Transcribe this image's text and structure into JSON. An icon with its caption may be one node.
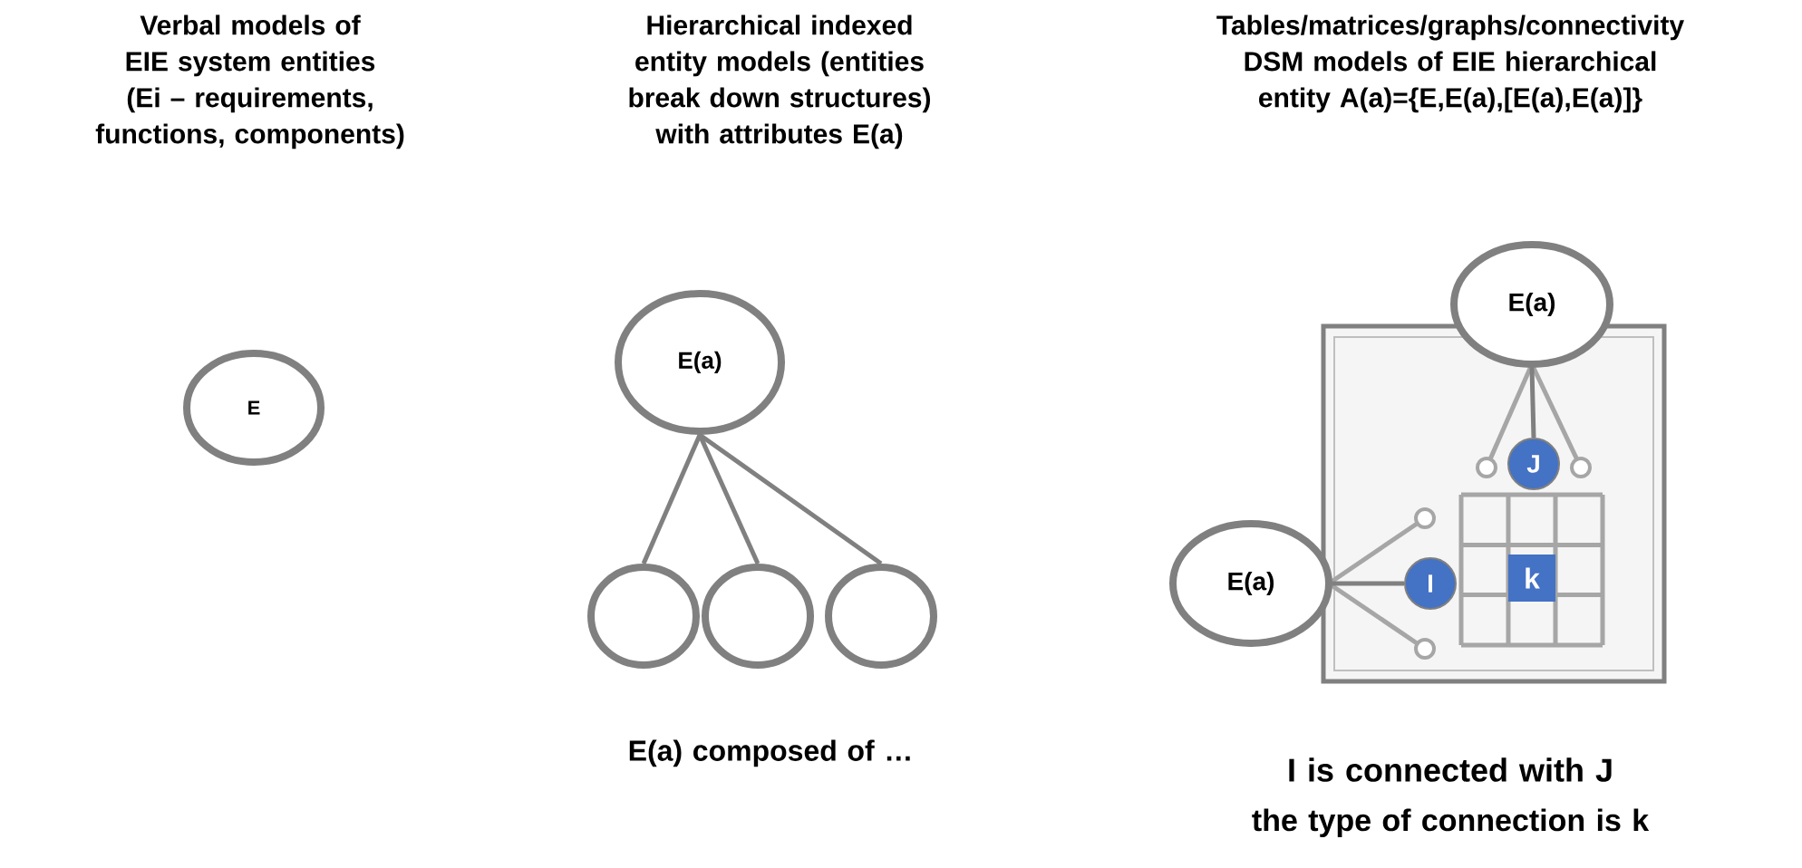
{
  "diagram": {
    "nodes": [
      {
        "text": [
          "E"
        ]
      },
      {
        "text": [
          "E(a)"
        ]
      },
      {
        "text": [],
        "shape": "circle"
      },
      {
        "text": [],
        "shape": "circle"
      },
      {
        "text": [],
        "shape": "circle"
      },
      {
        "text": [
          "E(a)"
        ]
      },
      {
        "text": [
          "J"
        ]
      },
      {
        "text": [
          "E(a)"
        ]
      },
      {
        "text": [
          "I"
        ]
      },
      {
        "text": [
          "k"
        ]
      }
    ],
    "edges": [
      {
        "from": 1,
        "to": 2,
        "arrow": "none"
      },
      {
        "from": 1,
        "to": 3,
        "arrow": "none"
      },
      {
        "from": 1,
        "to": 4,
        "arrow": "none"
      },
      {
        "from": 5,
        "to": 6,
        "arrow": "none"
      },
      {
        "from": 7,
        "to": 8,
        "arrow": "none"
      }
    ],
    "labels": [
      "Verbal models of EIE system entities (Ei – requirements, functions, components)",
      "Hierarchical indexed entity models (entities break down structures) with attributes E(a)",
      "Tables/matrices/graphs/connectivity DSM models of EIE hierarchical entity A(a)={E,E(a),[E(a),E(a)]}",
      "E(a) composed of …",
      "I is connected with J",
      "the type of connection is k"
    ]
  }
}
